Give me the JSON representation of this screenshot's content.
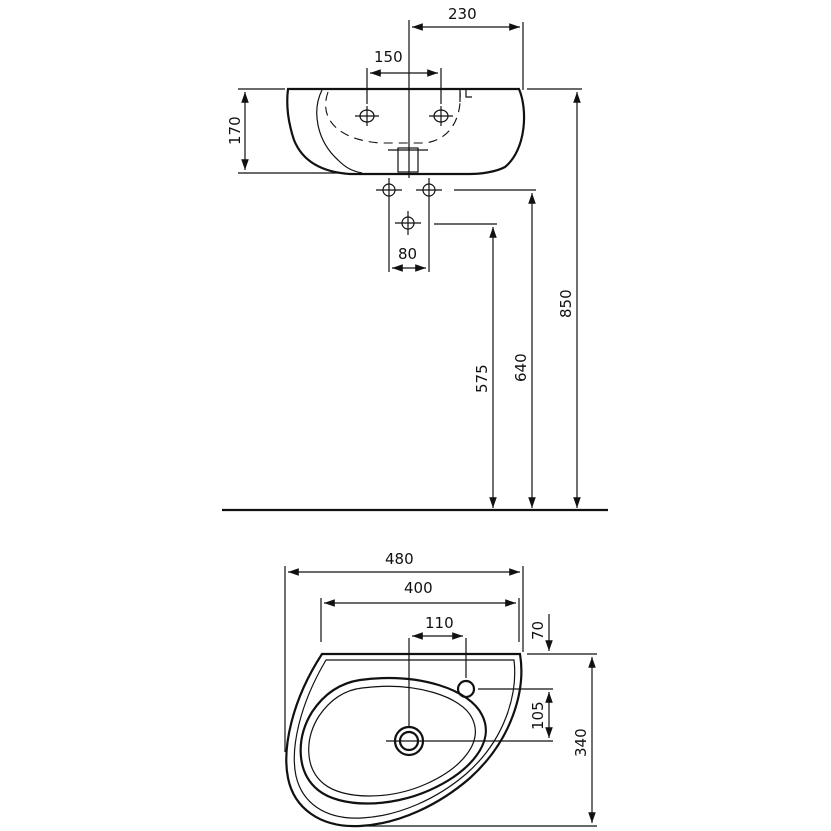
{
  "drawing": {
    "side_view": {
      "dimensions": {
        "width_center_to_back": "230",
        "tap_hole_spacing": "150",
        "bowl_height": "170",
        "waste_spacing": "80",
        "height_575": "575",
        "height_640": "640",
        "height_850": "850"
      }
    },
    "top_view": {
      "dimensions": {
        "overall_width": "480",
        "inner_width": "400",
        "tap_offset": "110",
        "back_to_tap": "70",
        "tap_to_drain": "105",
        "overall_depth": "340"
      }
    }
  }
}
